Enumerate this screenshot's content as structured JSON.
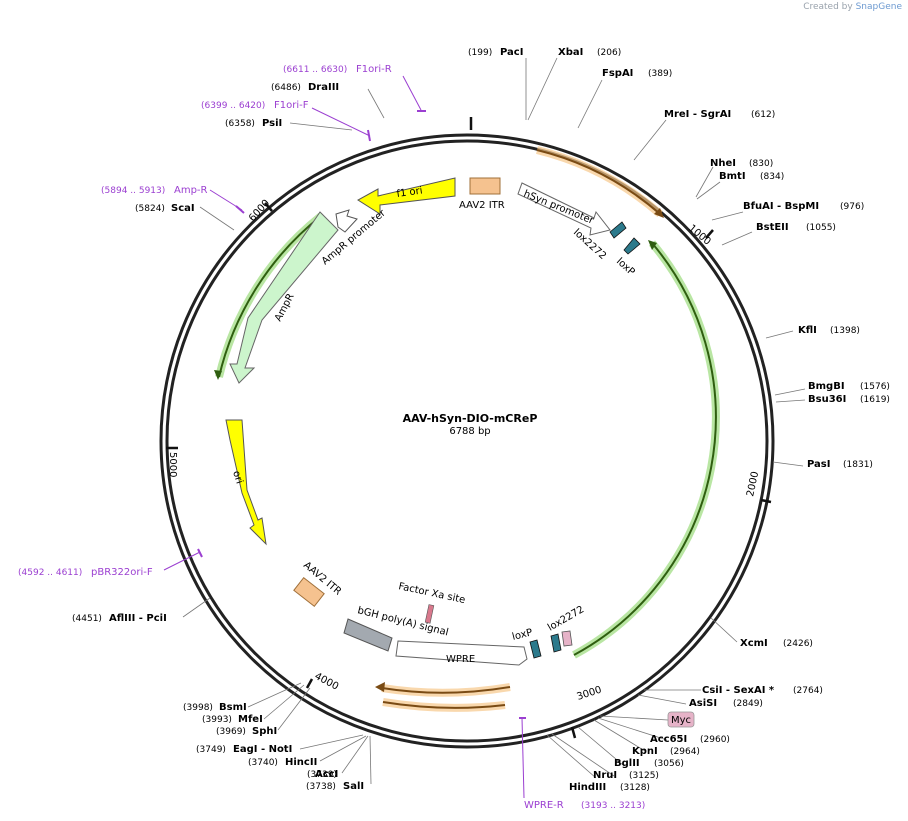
{
  "branding": {
    "prefix": "Created by",
    "name": "SnapGene"
  },
  "plasmid": {
    "name": "AAV-hSyn-DIO-mCReP",
    "size_label": "6788 bp"
  },
  "ticks": [
    "1000",
    "2000",
    "3000",
    "4000",
    "5000",
    "6000"
  ],
  "enzymes": [
    {
      "name": "PacI",
      "pos": "(199)"
    },
    {
      "name": "XbaI",
      "pos": "(206)"
    },
    {
      "name": "FspAI",
      "pos": "(389)"
    },
    {
      "name": "MreI  - SgrAI",
      "pos": "(612)"
    },
    {
      "name": "NheI",
      "pos": "(830)"
    },
    {
      "name": "BmtI",
      "pos": "(834)"
    },
    {
      "name": "BfuAI  - BspMI",
      "pos": "(976)"
    },
    {
      "name": "BstEII",
      "pos": "(1055)"
    },
    {
      "name": "KflI",
      "pos": "(1398)"
    },
    {
      "name": "BmgBI",
      "pos": "(1576)"
    },
    {
      "name": "Bsu36I",
      "pos": "(1619)"
    },
    {
      "name": "PasI",
      "pos": "(1831)"
    },
    {
      "name": "XcmI",
      "pos": "(2426)"
    },
    {
      "name": "CsiI  - SexAI *",
      "pos": "(2764)"
    },
    {
      "name": "AsiSI",
      "pos": "(2849)"
    },
    {
      "name": "Acc65I",
      "pos": "(2960)"
    },
    {
      "name": "KpnI",
      "pos": "(2964)"
    },
    {
      "name": "BglII",
      "pos": "(3056)"
    },
    {
      "name": "NruI",
      "pos": "(3125)"
    },
    {
      "name": "HindIII",
      "pos": "(3128)"
    },
    {
      "name": "SalI",
      "pos": "(3738)"
    },
    {
      "name": "AccI",
      "pos": "(3739)"
    },
    {
      "name": "HincII",
      "pos": "(3740)"
    },
    {
      "name": "EagI  - NotI",
      "pos": "(3749)"
    },
    {
      "name": "SphI",
      "pos": "(3969)"
    },
    {
      "name": "MfeI",
      "pos": "(3993)"
    },
    {
      "name": "BsmI",
      "pos": "(3998)"
    },
    {
      "name": "AflIII  - PciI",
      "pos": "(4451)"
    },
    {
      "name": "ScaI",
      "pos": "(5824)"
    },
    {
      "name": "PsiI",
      "pos": "(6358)"
    },
    {
      "name": "DraIII",
      "pos": "(6486)"
    }
  ],
  "primers": [
    {
      "name": "F1ori-R",
      "range": "(6611 .. 6630)"
    },
    {
      "name": "F1ori-F",
      "range": "(6399 .. 6420)"
    },
    {
      "name": "Amp-R",
      "range": "(5894 .. 5913)"
    },
    {
      "name": "pBR322ori-F",
      "range": "(4592 .. 4611)"
    },
    {
      "name": "WPRE-R",
      "range": "(3193 .. 3213)"
    }
  ],
  "features": {
    "aav2_itr_left": "AAV2 ITR",
    "aav2_itr_right": "AAV2 ITR",
    "f1_ori": "f1 ori",
    "hsyn_promoter": "hSyn promoter",
    "ampr_promoter": "AmpR promoter",
    "ampr": "AmpR",
    "ori": "ori",
    "lox2272_top": "lox2272",
    "loxp_top": "loxP",
    "factor_xa": "Factor Xa site",
    "bgh": "bGH poly(A) signal",
    "wpre": "WPRE",
    "loxp_bottom": "loxP",
    "lox2272_bottom": "lox2272",
    "myc": "Myc"
  },
  "colors": {
    "backbone": "#222222",
    "primer": "#9b3fd1",
    "itr": "#f5c28f",
    "f1ori_ori": "#ffff00",
    "ampr": "#ccf5cc",
    "lox": "#2c7a8c",
    "bgh": "#a3a9b0",
    "orf_orange": "#f0a030",
    "orf_green": "#8bd26a",
    "myc": "#e6b3c8",
    "factor_xa": "#d8788c"
  }
}
